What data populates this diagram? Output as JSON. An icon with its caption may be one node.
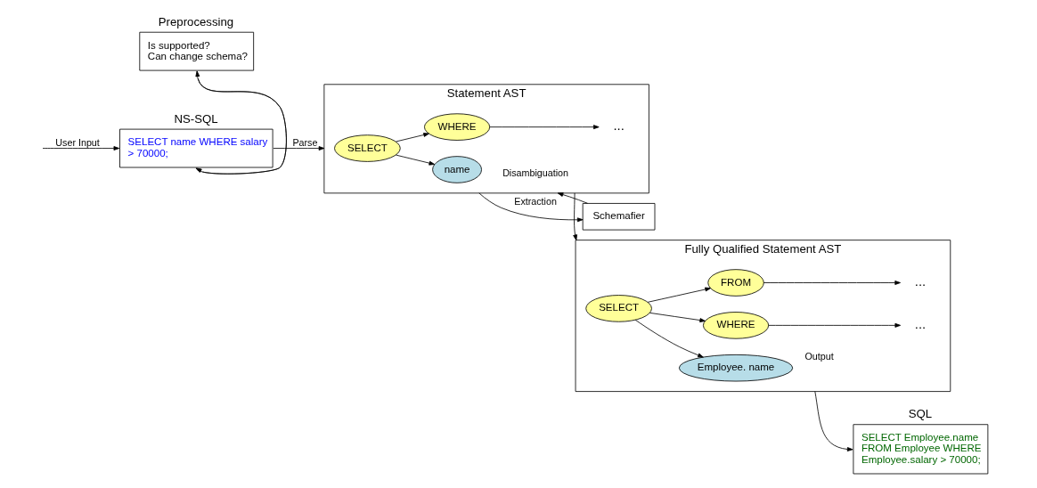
{
  "diagram": {
    "nodes": [
      {
        "text": [
          "NS-SQL",
          "SELECT name WHERE salary > 70000;"
        ]
      },
      {
        "text": [
          "Statement AST"
        ]
      },
      {
        "text": [
          "SELECT"
        ],
        "in": 1
      },
      {
        "text": [
          "name"
        ],
        "in": 1
      },
      {
        "text": [
          "WHERE"
        ],
        "in": 1
      },
      {
        "text": [
          "..."
        ],
        "in": 1
      },
      {
        "text": [
          "Fully Qualified Statement AST"
        ]
      },
      {
        "text": [
          "SELECT"
        ],
        "in": 6
      },
      {
        "text": [
          "Employee. name"
        ],
        "in": 6
      },
      {
        "text": [
          "FROM"
        ],
        "in": 6
      },
      {
        "text": [
          "..."
        ],
        "in": 6
      },
      {
        "text": [
          "WHERE"
        ],
        "in": 6
      },
      {
        "text": [
          "..."
        ],
        "in": 6
      },
      {
        "text": [
          "SQL",
          "SELECT Employee.name FROM Employee WHERE Employee.salary > 70000;"
        ]
      },
      {
        "text": [
          "Preprocessing",
          "Is supported?",
          "Can change schema?"
        ]
      },
      {
        "text": [
          "Schemafier"
        ]
      }
    ],
    "edges": [
      {
        "from": null,
        "to": 0,
        "arrow": "to",
        "label": "User Input"
      },
      {
        "from": 0,
        "to": 2,
        "arrow": "to",
        "label": "Parse"
      },
      {
        "from": 2,
        "to": 3,
        "arrow": "to"
      },
      {
        "from": 2,
        "to": 4,
        "arrow": "to"
      },
      {
        "from": 4,
        "to": 5,
        "arrow": "to"
      },
      {
        "from": 4,
        "to": 7,
        "arrow": "to"
      },
      {
        "from": 7,
        "to": 8,
        "arrow": "to"
      },
      {
        "from": 7,
        "to": 9,
        "arrow": "to"
      },
      {
        "from": 9,
        "to": 10,
        "arrow": "to"
      },
      {
        "from": 7,
        "to": 11,
        "arrow": "to"
      },
      {
        "from": 11,
        "to": 12,
        "arrow": "to"
      },
      {
        "from": 11,
        "to": 13,
        "arrow": "to",
        "label": "Output"
      },
      {
        "from": 0,
        "to": 14,
        "arrow": "to"
      },
      {
        "from": 14,
        "to": 0,
        "arrow": "to"
      },
      {
        "from": 3,
        "to": 15,
        "arrow": "to",
        "label": "Extraction"
      },
      {
        "from": 15,
        "to": 3,
        "arrow": "to",
        "label": "Disambiguation"
      }
    ]
  }
}
